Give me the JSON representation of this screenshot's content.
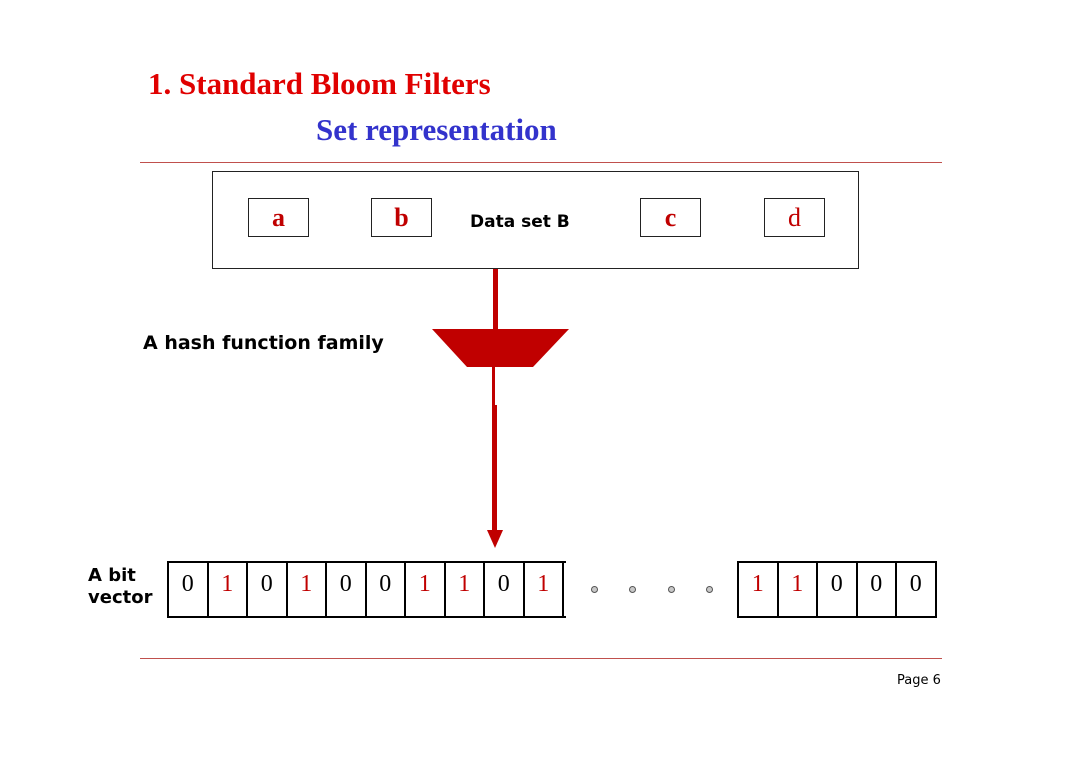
{
  "slide": {
    "title": "1. Standard Bloom Filters",
    "subtitle": "Set representation",
    "page_label": "Page 6"
  },
  "dataset": {
    "label": "Data set B",
    "items": [
      "a",
      "b",
      "c",
      "d"
    ]
  },
  "hash": {
    "label": "A hash function family"
  },
  "bit_vector": {
    "label_line1": "A bit",
    "label_line2": "vector",
    "left_bits": [
      "0",
      "1",
      "0",
      "1",
      "0",
      "0",
      "1",
      "1",
      "0",
      "1"
    ],
    "right_bits": [
      "1",
      "1",
      "0",
      "0",
      "0"
    ]
  },
  "colors": {
    "title": "#e00000",
    "subtitle": "#3333cc",
    "arrow": "#c00000",
    "bit_one": "#c00000",
    "rule": "#c0504d"
  }
}
